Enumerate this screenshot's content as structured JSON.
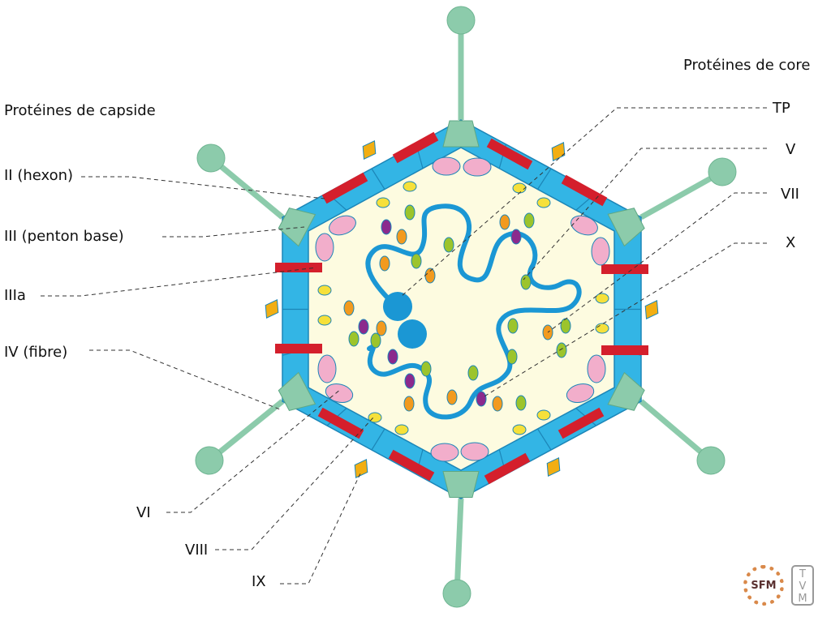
{
  "headings": {
    "capsid": "Protéines de capside",
    "core": "Protéines de core"
  },
  "capsid_labels": [
    "II (hexon)",
    "III (penton base)",
    "IIIa",
    "IV (fibre)",
    "VI",
    "VIII",
    "IX"
  ],
  "core_labels": [
    "TP",
    "V",
    "VII",
    "X"
  ],
  "logos": {
    "sfm": "SFM",
    "tvm": "TVM"
  },
  "colors": {
    "hexon": "#33b5e5",
    "penton": "#8ccbab",
    "fibre": "#8ccbab",
    "iiia": "#d41f2c",
    "ix": "#f2ae12",
    "core_bg": "#fdfbe0",
    "dna": "#1b97d4",
    "vi": "#f2aecb",
    "viii": "#f6e03a",
    "vii": "#9cc42c",
    "v": "#f29a1e",
    "x": "#8b2a8d"
  }
}
